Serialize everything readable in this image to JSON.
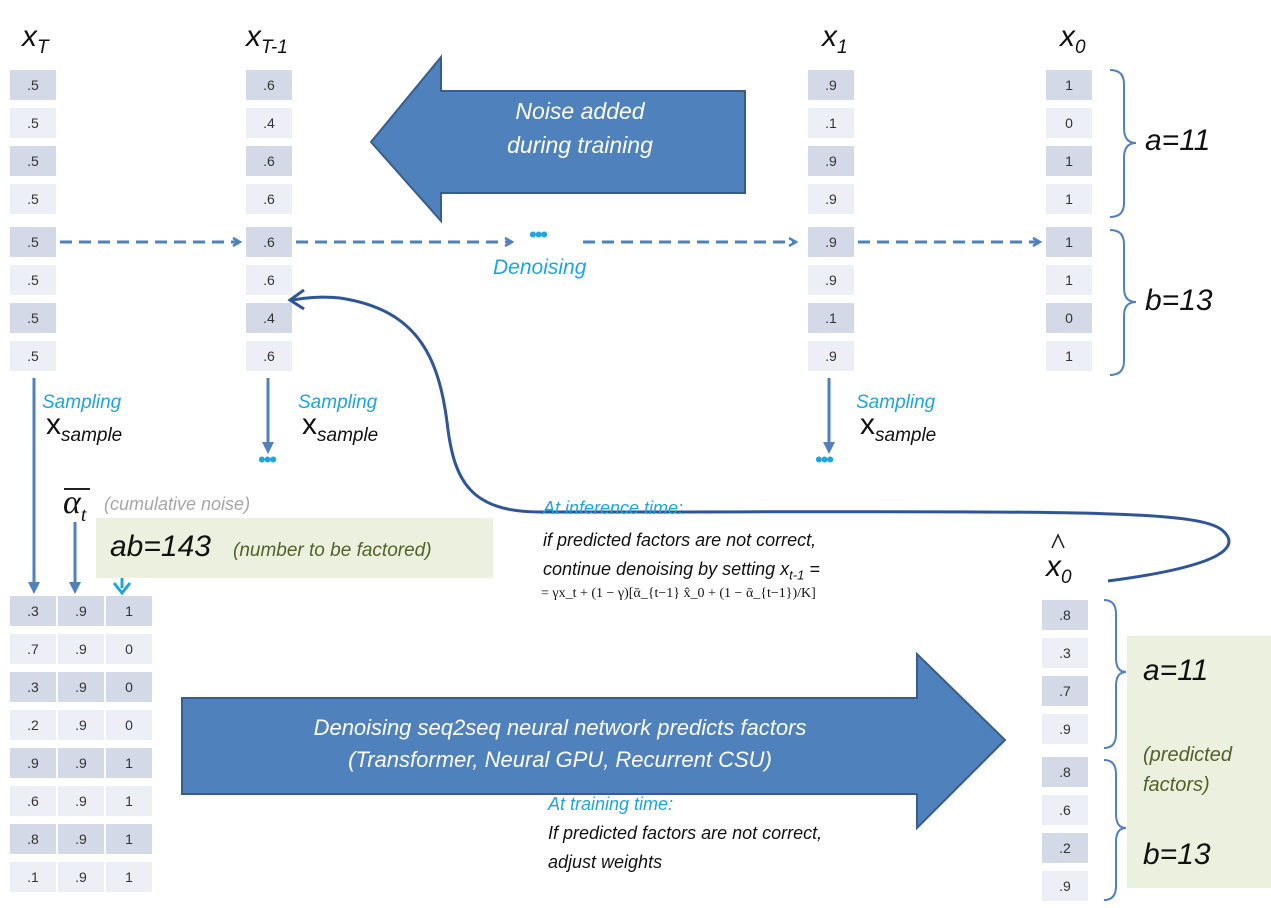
{
  "vectors": {
    "xT": {
      "label": "x",
      "sub": "T",
      "values": [
        ".5",
        ".5",
        ".5",
        ".5",
        ".5",
        ".5",
        ".5",
        ".5"
      ]
    },
    "xT1": {
      "label": "x",
      "sub": "T-1",
      "values": [
        ".6",
        ".4",
        ".6",
        ".6",
        ".6",
        ".6",
        ".4",
        ".6"
      ]
    },
    "x1": {
      "label": "x",
      "sub": "1",
      "values": [
        ".9",
        ".1",
        ".9",
        ".9",
        ".9",
        ".9",
        ".1",
        ".9"
      ]
    },
    "x0": {
      "label": "x",
      "sub": "0",
      "values": [
        "1",
        "0",
        "1",
        "1",
        "1",
        "1",
        "0",
        "1"
      ]
    },
    "x0hat": {
      "label": "x",
      "sub": "0",
      "hat": "^",
      "values": [
        ".8",
        ".3",
        ".7",
        ".9",
        ".8",
        ".6",
        ".2",
        ".9"
      ]
    }
  },
  "input_matrix": {
    "col1": [
      ".3",
      ".7",
      ".3",
      ".2",
      ".9",
      ".6",
      ".8",
      ".1"
    ],
    "col2": [
      ".9",
      ".9",
      ".9",
      ".9",
      ".9",
      ".9",
      ".9",
      ".9"
    ],
    "col3": [
      "1",
      "0",
      "0",
      "0",
      "1",
      "1",
      "1",
      "1"
    ]
  },
  "labels": {
    "noise_added": "Noise added during training",
    "noise_line1": "Noise added",
    "noise_line2": "during training",
    "denoising": "Denoising",
    "ellipsis": "•••",
    "sampling": "Sampling",
    "x_sample_main": "x",
    "x_sample_sub": "sample",
    "alpha_main": "α",
    "alpha_sub": "t",
    "cumulative_noise": "(cumulative noise)",
    "ab_value": "ab=143",
    "ab_note": "(number to be factored)",
    "a_top": "a=11",
    "b_top": "b=13",
    "a_bottom": "a=11",
    "b_bottom": "b=13",
    "predicted_factors_1": "(predicted",
    "predicted_factors_2": "factors)",
    "network_line1": "Denoising seq2seq neural network predicts factors",
    "network_line2": "(Transformer, Neural GPU, Recurrent CSU)",
    "inference_title": "At inference time:",
    "inference_line1": "if predicted factors are not correct,",
    "inference_line2_prefix": "continue denoising by setting x",
    "inference_line2_sub": "t-1",
    "inference_line2_suffix": " =",
    "formula": "= γx_t + (1 − γ)[ᾱ_{t−1} x̂_0 + (1 − ᾱ_{t−1})/K]",
    "training_title": "At training time:",
    "training_line1": "If predicted factors are not correct,",
    "training_line2": "adjust weights"
  },
  "colors": {
    "arrow_fill": "#4f81bd",
    "arrow_stroke": "#385d8a",
    "accent_cyan": "#1fa4dd",
    "cell_dark": "#d3d9e6",
    "cell_light": "#eceff5",
    "green_box": "#ebf1de",
    "green_text": "#4f6228"
  }
}
